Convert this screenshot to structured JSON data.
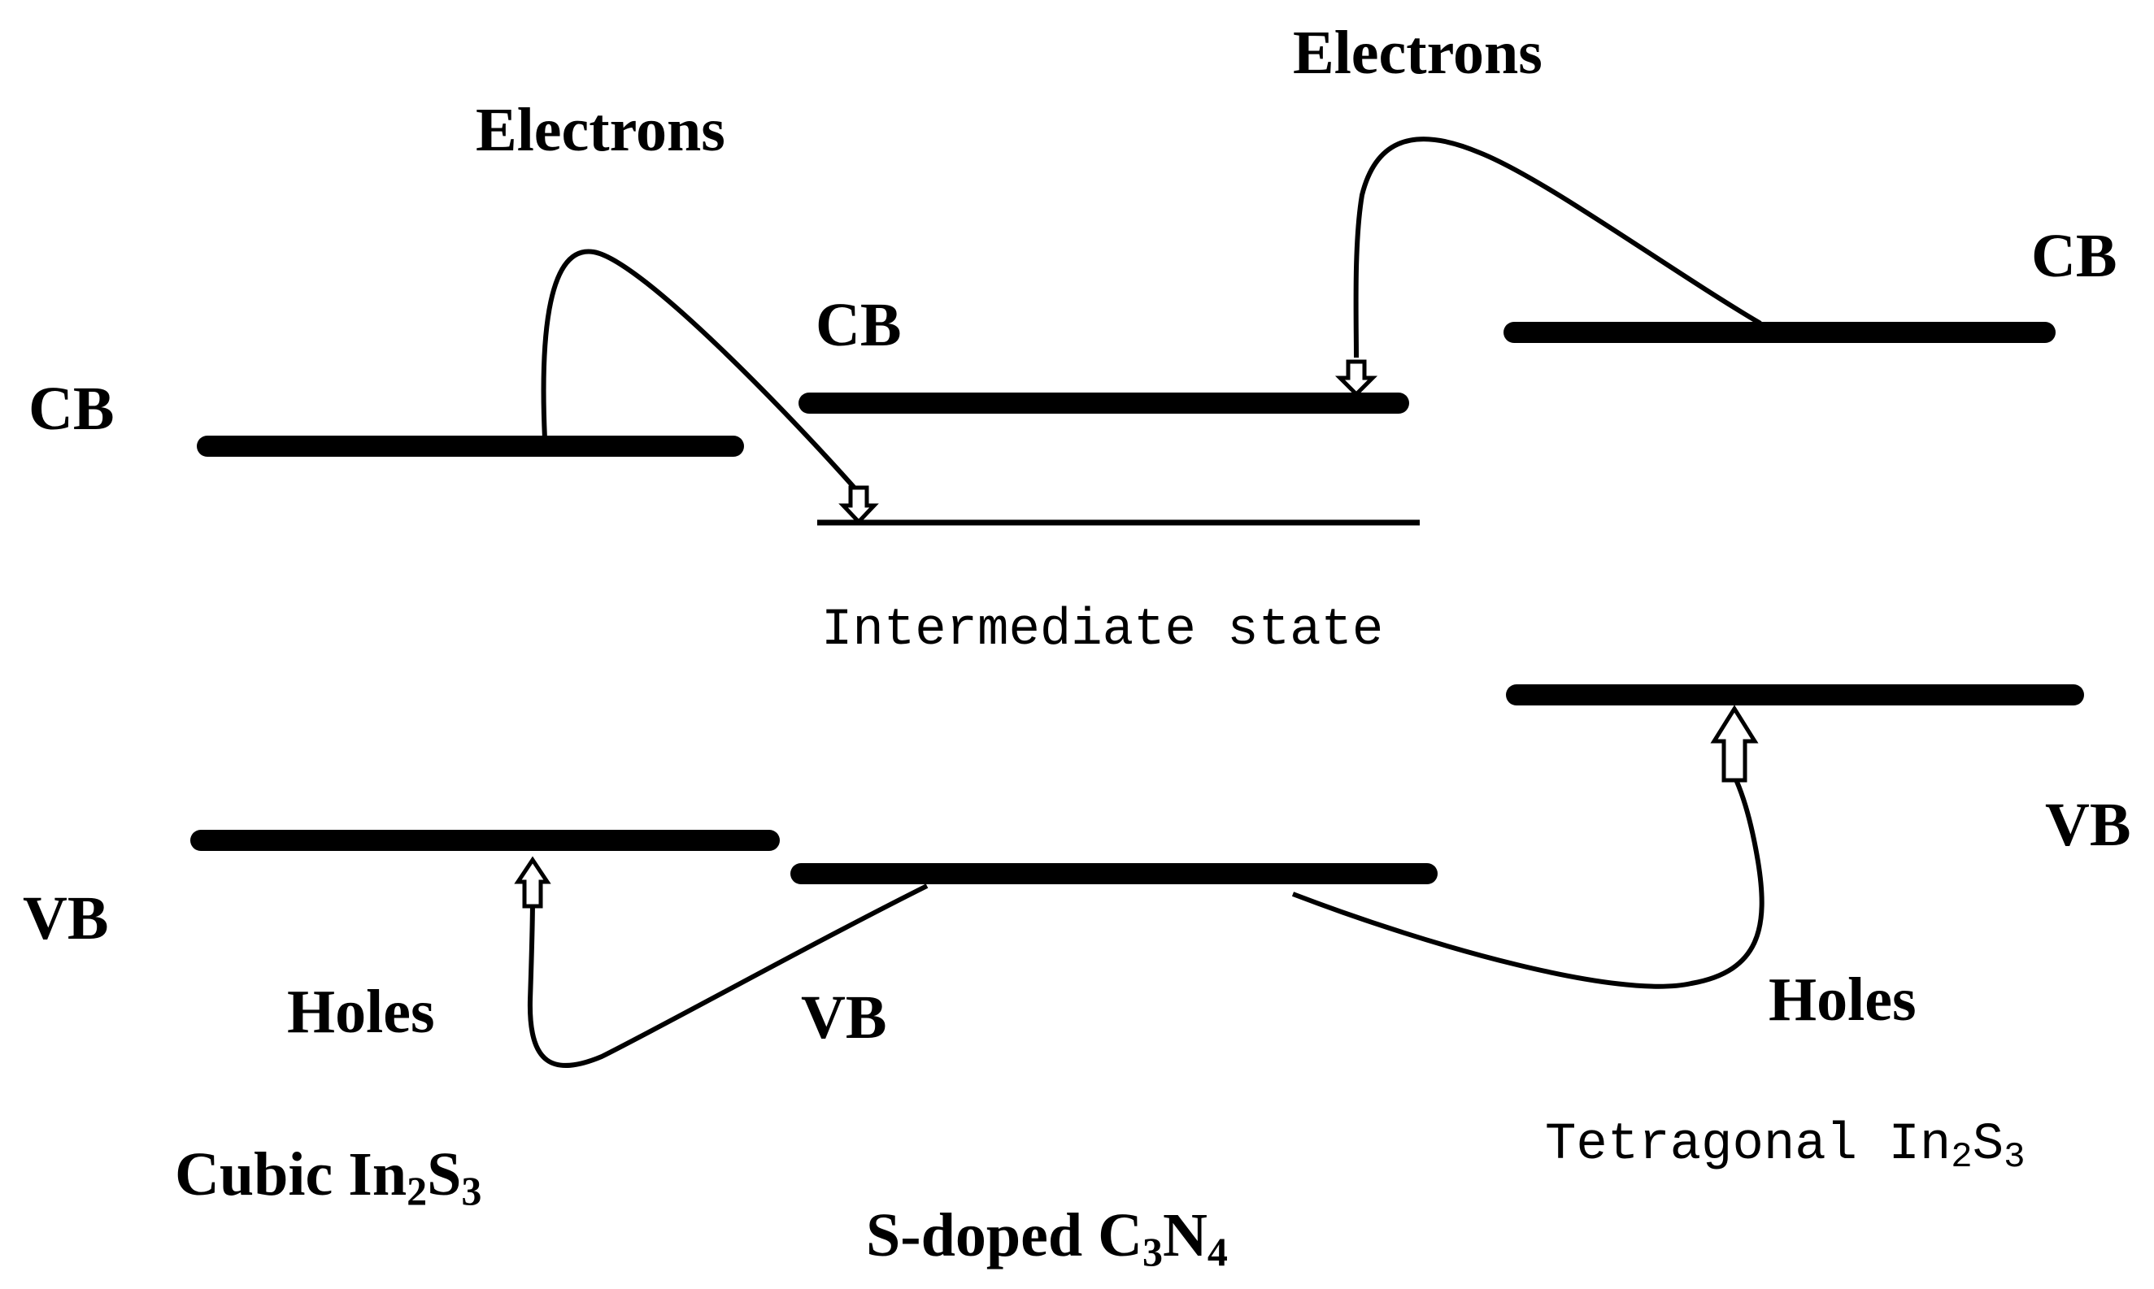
{
  "diagram": {
    "cubic": {
      "cb_label": "CB",
      "vb_label": "VB",
      "electrons_label": "Electrons",
      "holes_label": "Holes",
      "name_prefix": "Cubic In",
      "name_sub1": "2",
      "name_mid": "S",
      "name_sub2": "3"
    },
    "s_doped": {
      "cb_label": "CB",
      "vb_label": "VB",
      "intermediate_label": "Intermediate state",
      "name_prefix": "S-doped C",
      "name_sub1": "3",
      "name_mid": "N",
      "name_sub2": "4"
    },
    "tetragonal": {
      "cb_label": "CB",
      "vb_label": "VB",
      "electrons_label": "Electrons",
      "holes_label": "Holes",
      "name_prefix": "Tetragonal In",
      "name_sub1": "2",
      "name_mid": "S",
      "name_sub2": "3"
    }
  }
}
